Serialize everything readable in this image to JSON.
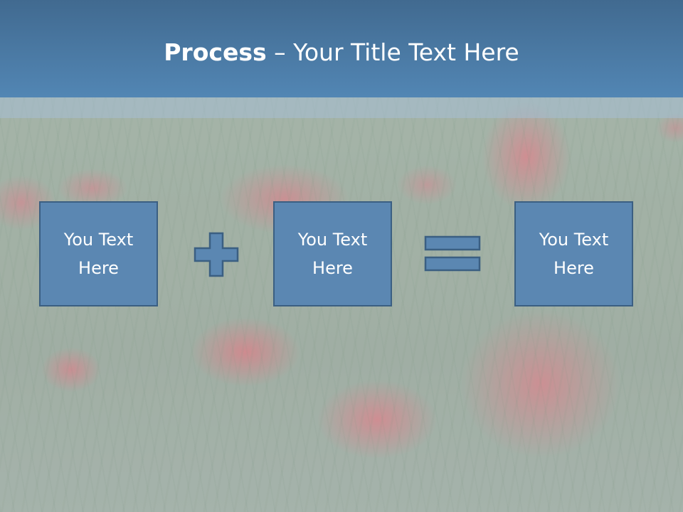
{
  "slide": {
    "title_bold": "Process",
    "title_rest": " – Your Title Text Here",
    "boxes": [
      {
        "text": "You Text Here"
      },
      {
        "text": "You Text Here"
      },
      {
        "text": "You Text Here"
      }
    ],
    "operators": [
      "plus-icon",
      "equals-icon"
    ],
    "colors": {
      "header": "#5286b4",
      "box_fill": "#5b87b2",
      "box_border": "#3b5f82",
      "text": "#ffffff"
    },
    "background": "poppy-field-photo"
  }
}
